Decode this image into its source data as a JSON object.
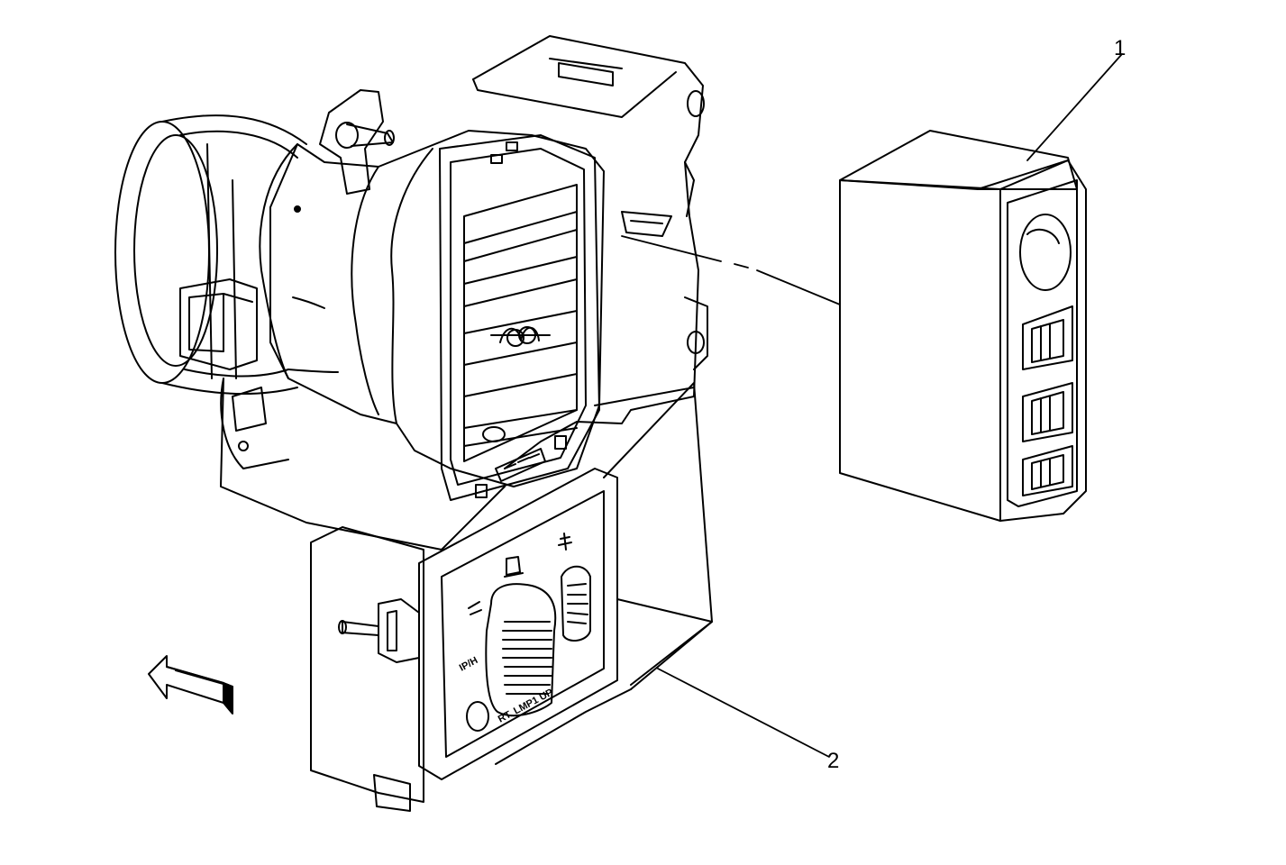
{
  "callouts": [
    {
      "id": "1",
      "label": "1"
    },
    {
      "id": "2",
      "label": "2"
    }
  ],
  "switch_markings": {
    "knob_label": "RT. LMP1 UP",
    "left_label": "IP/H"
  },
  "colors": {
    "line": "#000000",
    "background": "#ffffff"
  },
  "icons": [
    "direction-arrow-icon",
    "dome-lamp-icon",
    "dimmer-icon",
    "headlamp-icon"
  ]
}
